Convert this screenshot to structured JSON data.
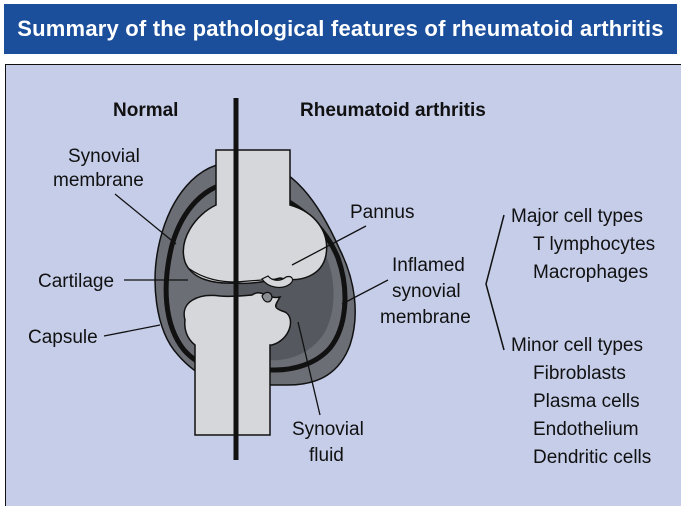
{
  "title": "Summary of the pathological features of rheumatoid arthritis",
  "headings": {
    "normal": "Normal",
    "ra": "Rheumatoid arthritis"
  },
  "labels": {
    "synovial_membrane_1": "Synovial",
    "synovial_membrane_2": "membrane",
    "cartilage": "Cartilage",
    "capsule": "Capsule",
    "pannus": "Pannus",
    "inflamed_1": "Inflamed",
    "inflamed_2": "synovial",
    "inflamed_3": "membrane",
    "synovial_fluid_1": "Synovial",
    "synovial_fluid_2": "fluid"
  },
  "cell_types": {
    "major_title": "Major cell types",
    "major": [
      "T lymphocytes",
      "Macrophages"
    ],
    "minor_title": "Minor cell types",
    "minor": [
      "Fibroblasts",
      "Plasma cells",
      "Endothelium",
      "Dendritic cells"
    ]
  },
  "colors": {
    "title_bar": "#1b4f9c",
    "panel": "#c5cde9",
    "capsule": "#6b6e74",
    "bone": "#d6d7da",
    "synovial_fluid_ra": "#55585e"
  }
}
